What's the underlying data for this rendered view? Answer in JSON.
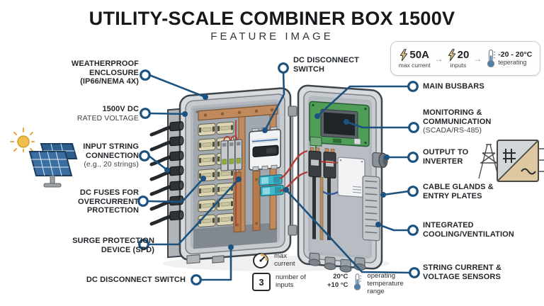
{
  "title": "UTILITY-SCALE COMBINER BOX 1500V",
  "subtitle": "FEATURE IMAGE",
  "spec_badge": {
    "max_current_value": "50A",
    "max_current_label": "max current",
    "inputs_value": "20",
    "inputs_label": "inputs",
    "arrow": "→",
    "temp_value": "-20 - 20°C",
    "temp_label": "teperating"
  },
  "callout_labels": {
    "left": [
      {
        "main": "WEATHERPROOF ENCLOSURE (IP66/NEMA 4X)"
      },
      {
        "main": "1500V DC",
        "sub": "RATED VOLTAGE"
      },
      {
        "main": "INPUT STRING CONNECTION",
        "sub": "(e.g., 20 strings)"
      },
      {
        "main": "DC FUSES FOR OVERCURRENT PROTECTION"
      },
      {
        "main": "SURGE PROTECTION DEVICE (SPD)"
      },
      {
        "main": "DC DISCONNECT SWITCH"
      }
    ],
    "top": {
      "main": "DC DISCONNECT SWITCH"
    },
    "right": [
      {
        "main": "MAIN BUSBARS"
      },
      {
        "main": "MONITORING & COMMUNICATION",
        "sub": "(SCADA/RS-485)"
      },
      {
        "main": "OUTPUT TO INVERTER"
      },
      {
        "main": "CABLE GLANDS & ENTRY PLATES"
      },
      {
        "main": "INTEGRATED COOLING/VENTILATION"
      },
      {
        "main": "STRING CURRENT & VOLTAGE SENSORS"
      }
    ]
  },
  "legend": {
    "max_current_label": "max current",
    "inputs_value": "3",
    "inputs_label": "number of inputs",
    "temp_line1": "20°C",
    "temp_line2": "+10 °C",
    "temp_label": "operating temperature range"
  },
  "colors": {
    "callout_blue": "#1b5280",
    "text_dark": "#23272b",
    "copper": "#c08a5c",
    "pcb_green": "#4e9e57",
    "terminal_teal": "#3fb7c9",
    "wire_red": "#b23c31",
    "wire_blue": "#33589c",
    "enclosure_gray": "#d8dbde",
    "bolt_gold": "#d9c089"
  }
}
